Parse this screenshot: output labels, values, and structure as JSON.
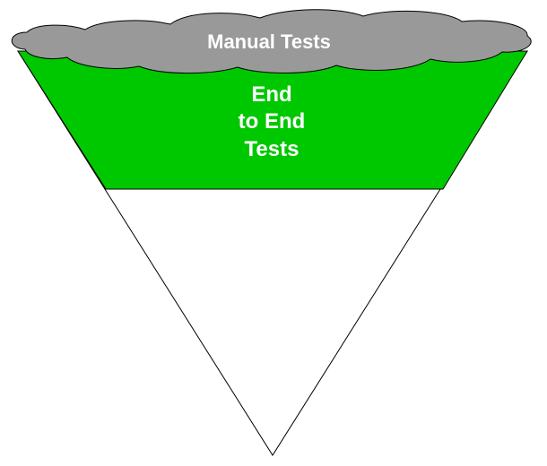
{
  "diagram": {
    "cloud": {
      "label": "Manual Tests",
      "fill": "#999999"
    },
    "top_band": {
      "lines": [
        "End",
        "to End",
        "Tests"
      ],
      "fill": "#00c800"
    },
    "lower_triangle": {
      "fill": "#ffffff"
    },
    "stroke": "#000000"
  }
}
